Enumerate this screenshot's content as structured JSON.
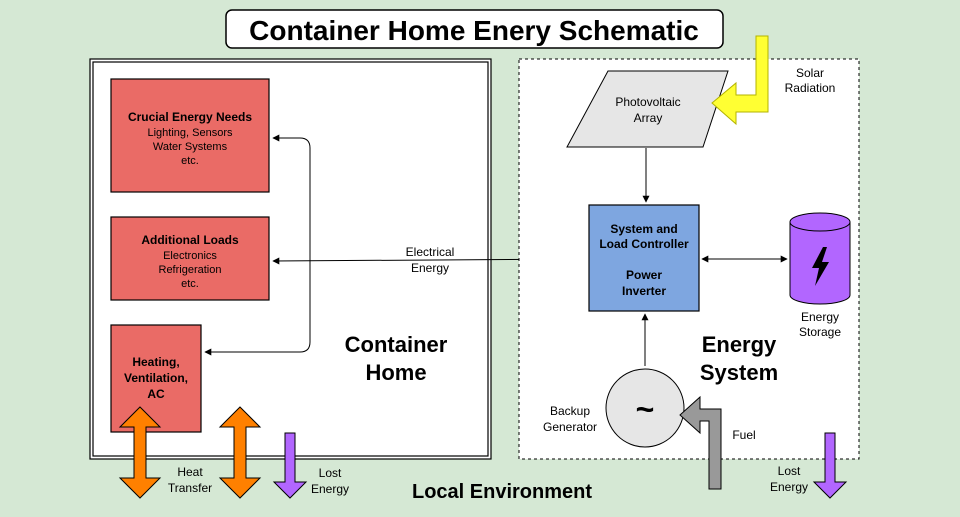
{
  "title": "Container Home Enery Schematic",
  "container_home": {
    "label_line1": "Container",
    "label_line2": "Home",
    "crucial": {
      "title": "Crucial Energy Needs",
      "line1": "Lighting, Sensors",
      "line2": "Water Systems",
      "line3": "etc."
    },
    "additional": {
      "title": "Additional Loads",
      "line1": "Electronics",
      "line2": "Refrigeration",
      "line3": "etc."
    },
    "hvac": {
      "line1": "Heating,",
      "line2": "Ventilation,",
      "line3": "AC"
    }
  },
  "energy_system": {
    "label_line1": "Energy",
    "label_line2": "System",
    "pv": {
      "line1": "Photovoltaic",
      "line2": "Array"
    },
    "controller": {
      "line1": "System and",
      "line2": "Load Controller",
      "line3": "Power",
      "line4": "Inverter"
    },
    "storage": {
      "line1": "Energy",
      "line2": "Storage"
    },
    "generator": {
      "symbol": "~",
      "label_line1": "Backup",
      "label_line2": "Generator"
    },
    "solar": {
      "line1": "Solar",
      "line2": "Radiation"
    },
    "fuel": "Fuel"
  },
  "electrical_energy": {
    "line1": "Electrical",
    "line2": "Energy"
  },
  "heat_transfer": {
    "line1": "Heat",
    "line2": "Transfer"
  },
  "lost_energy_left": {
    "line1": "Lost",
    "line2": "Energy"
  },
  "lost_energy_right": {
    "line1": "Lost",
    "line2": "Energy"
  },
  "local_environment": "Local Environment",
  "colors": {
    "background": "#d5e8d4",
    "load_box": "#ea6b66",
    "controller": "#7ea6e0",
    "storage": "#b266ff",
    "solar_arrow": "#ffff33",
    "heat_arrow": "#ff8000",
    "lost_arrow": "#b266ff",
    "fuel_arrow": "#999999"
  }
}
